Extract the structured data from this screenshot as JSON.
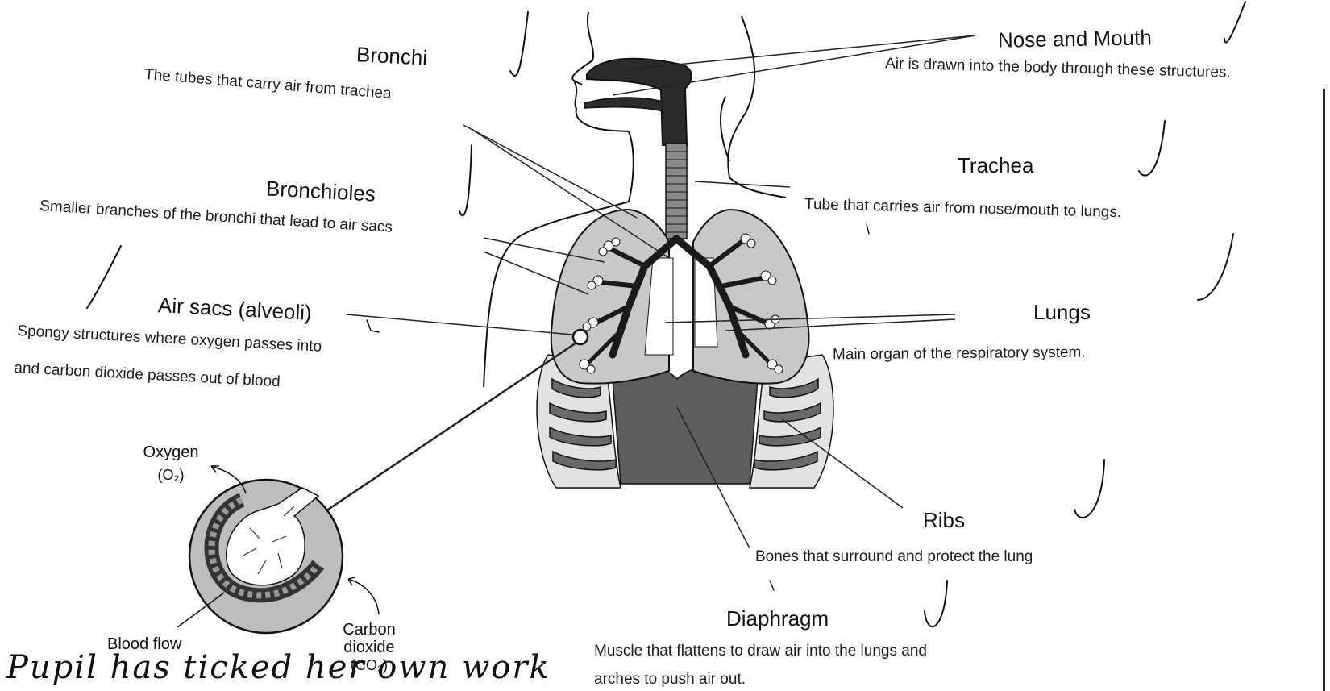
{
  "labels": {
    "nose_mouth": {
      "title": "Nose and Mouth",
      "desc": "Air is drawn into the body through these structures."
    },
    "trachea": {
      "title": "Trachea",
      "desc": "Tube that carries air from nose/mouth to lungs."
    },
    "lungs": {
      "title": "Lungs",
      "desc": "Main organ of the respiratory system."
    },
    "ribs": {
      "title": "Ribs",
      "desc": "Bones that surround and protect the lung"
    },
    "diaphragm": {
      "title": "Diaphragm",
      "desc_line1": "Muscle that flattens to draw air into the lungs and",
      "desc_line2": "arches to push air out."
    },
    "bronchi": {
      "title": "Bronchi",
      "desc": "The tubes that carry air from trachea"
    },
    "bronchioles": {
      "title": "Bronchioles",
      "desc": "Smaller branches of the bronchi that lead to air sacs"
    },
    "air_sacs": {
      "title": "Air sacs (alveoli)",
      "desc_line1": "Spongy structures where oxygen passes into",
      "desc_line2": "and carbon dioxide passes out of blood"
    }
  },
  "inset": {
    "oxygen": "Oxygen",
    "oxygen_formula": "(O₂)",
    "blood_flow": "Blood flow",
    "co2_line1": "Carbon",
    "co2_line2": "dioxide",
    "co2_formula": "(CO₂)"
  },
  "handwriting": {
    "note": "Pupil has ticked her own work"
  },
  "icons": [
    "tick-mark-icon"
  ]
}
